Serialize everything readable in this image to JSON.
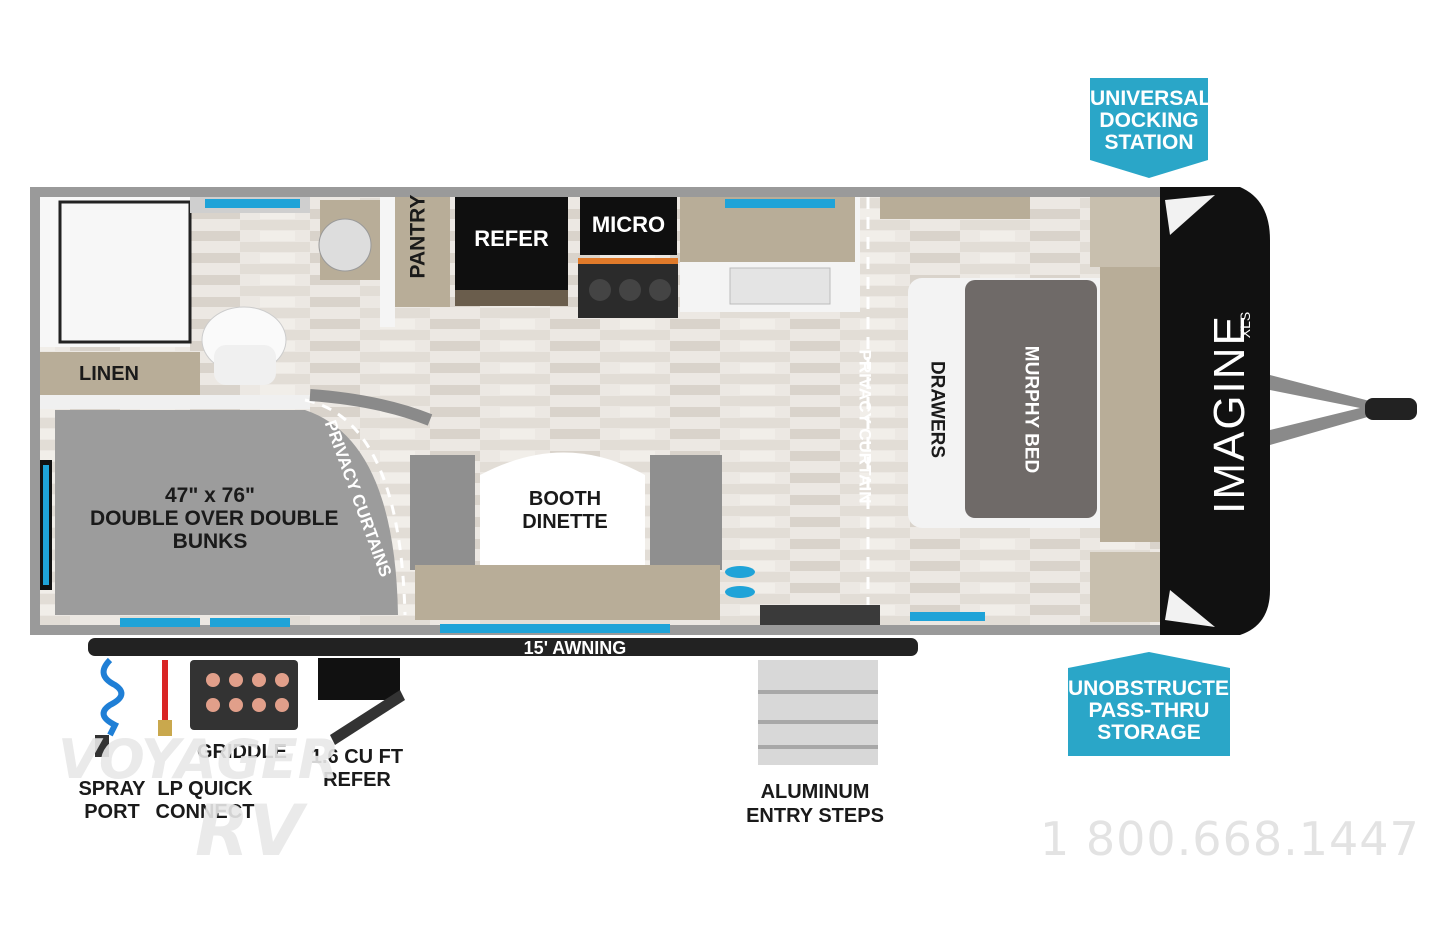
{
  "callouts": {
    "docking": [
      "UNIVERSAL",
      "DOCKING",
      "STATION"
    ],
    "storage": [
      "UNOBSTRUCTED",
      "PASS-THRU",
      "STORAGE"
    ]
  },
  "rooms": {
    "pantry": "PANTRY",
    "refer": "REFER",
    "micro": "MICRO",
    "linen": "LINEN",
    "bunks": [
      "47\" x 76\"",
      "DOUBLE OVER DOUBLE",
      "BUNKS"
    ],
    "privacy_curtains": "PRIVACY CURTAINS",
    "booth_dinette": [
      "BOOTH",
      "DINETTE"
    ],
    "privacy_curtain": "PRIVACY CURTAIN",
    "drawers": "DRAWERS",
    "murphy_bed": "MURPHY BED",
    "awning": "15' AWNING"
  },
  "exterior": {
    "griddle": "GRIDDLE",
    "spray_port": [
      "SPRAY",
      "PORT"
    ],
    "lp_quick_connect": [
      "LP QUICK",
      "CONNECT"
    ],
    "outdoor_refer": [
      "1.6 CU FT",
      "REFER"
    ],
    "entry_steps": [
      "ALUMINUM",
      "ENTRY STEPS"
    ]
  },
  "brand": {
    "model_logo": "IMAGINE",
    "model_suffix": "XLS",
    "watermark_top": "VOYAGER",
    "watermark_bottom": "RV"
  },
  "phone": "1 800.668.1447",
  "colors": {
    "callout": "#2aa6c8",
    "wall": "#9a9a9a",
    "floor": "#e8e4df",
    "cabinet": "#b8ad98",
    "window": "#1fa3d8",
    "bunk": "#9c9c9c",
    "appliance": "#111111"
  },
  "icons": [
    "hitch-icon",
    "water-hose-icon",
    "lp-hose-icon",
    "griddle-icon",
    "sink-icon",
    "toilet-icon",
    "stove-icon",
    "shoes-icon"
  ]
}
